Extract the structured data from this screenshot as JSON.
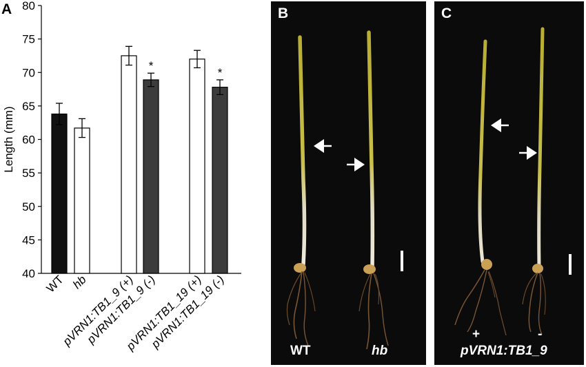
{
  "panel_a_label": "A",
  "chart_data": {
    "type": "bar",
    "ylabel": "Length (mm)",
    "ylim": [
      40,
      80
    ],
    "yticks": [
      40,
      45,
      50,
      55,
      60,
      65,
      70,
      75,
      80
    ],
    "grid": false,
    "categories": [
      "WT",
      "hb",
      "pVRN1:TB1_9 (+)",
      "pVRN1:TB1_9 (-)",
      "pVRN1:TB1_19 (+)",
      "pVRN1:TB1_19 (-)"
    ],
    "category_italic": [
      false,
      true,
      true,
      true,
      true,
      true
    ],
    "values": [
      63.8,
      61.7,
      72.5,
      68.9,
      72.0,
      67.8
    ],
    "errors": [
      1.6,
      1.4,
      1.4,
      1.0,
      1.3,
      1.1
    ],
    "bar_colors": [
      "#111111",
      "#ffffff",
      "#ffffff",
      "#3c3c3c",
      "#ffffff",
      "#3c3c3c"
    ],
    "significance": [
      "",
      "",
      "",
      "*",
      "",
      "*"
    ]
  },
  "photos": {
    "panel_b": {
      "letter": "B",
      "label_left": "WT",
      "label_right": "hb"
    },
    "panel_c": {
      "letter": "C",
      "label_plus": "+",
      "label_minus": "-",
      "label_line": "pVRN1:TB1_9"
    },
    "colors": {
      "background": "#0b0b0b",
      "coleoptile_top": "#c2b437",
      "coleoptile_bottom": "#e8e2c8",
      "root": "#7a5634",
      "seed": "#caa055",
      "arrow": "#ffffff"
    }
  }
}
